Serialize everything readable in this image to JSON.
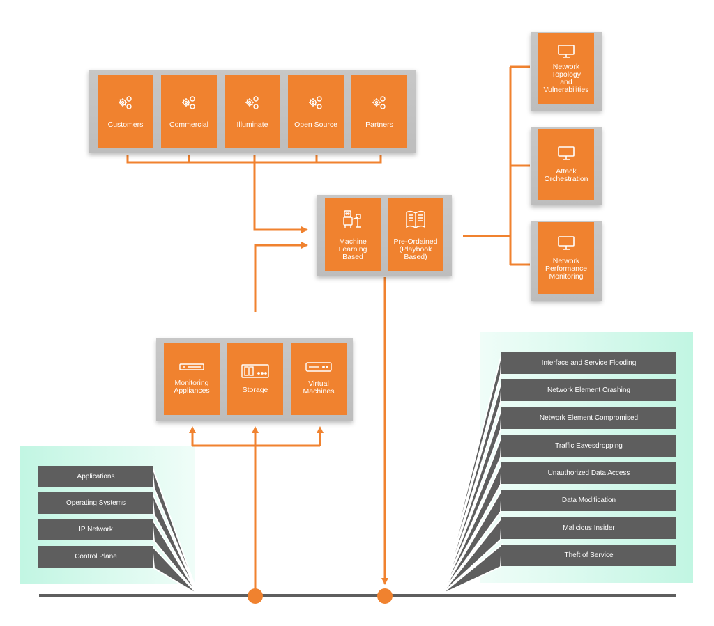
{
  "sources": {
    "items": [
      {
        "label": "Customers",
        "icon": "gears-icon"
      },
      {
        "label": "Commercial",
        "icon": "gears-icon"
      },
      {
        "label": "Illuminate",
        "icon": "gears-icon"
      },
      {
        "label": "Open Source",
        "icon": "gears-icon"
      },
      {
        "label": "Partners",
        "icon": "gears-icon"
      }
    ]
  },
  "engine": {
    "items": [
      {
        "label": "Machine\nLearning\nBased",
        "icon": "robot-icon"
      },
      {
        "label": "Pre-Ordained\n(Playbook\nBased)",
        "icon": "book-icon"
      }
    ]
  },
  "outputs": {
    "items": [
      {
        "label": "Network\nTopology\nand\nVulnerabilities",
        "icon": "monitor-icon"
      },
      {
        "label": "Attack\nOrchestration",
        "icon": "monitor-icon"
      },
      {
        "label": "Network\nPerformance\nMonitoring",
        "icon": "monitor-icon"
      }
    ]
  },
  "infrastructure": {
    "items": [
      {
        "label": "Monitoring\nAppliances",
        "icon": "appliance-icon"
      },
      {
        "label": "Storage",
        "icon": "storage-icon"
      },
      {
        "label": "Virtual\nMachines",
        "icon": "server-icon"
      }
    ]
  },
  "layers": {
    "items": [
      "Applications",
      "Operating Systems",
      "IP Network",
      "Control Plane"
    ]
  },
  "threats": {
    "items": [
      "Interface and Service Flooding",
      "Network Element Crashing",
      "Network Element Compromised",
      "Traffic Eavesdropping",
      "Unauthorized Data Access",
      "Data Modification",
      "Malicious Insider",
      "Theft of Service"
    ]
  },
  "colors": {
    "accent": "#f0822f",
    "bar": "#5e5e5e",
    "panel": "#c2c2c2",
    "glow": "#c8f5e5"
  }
}
